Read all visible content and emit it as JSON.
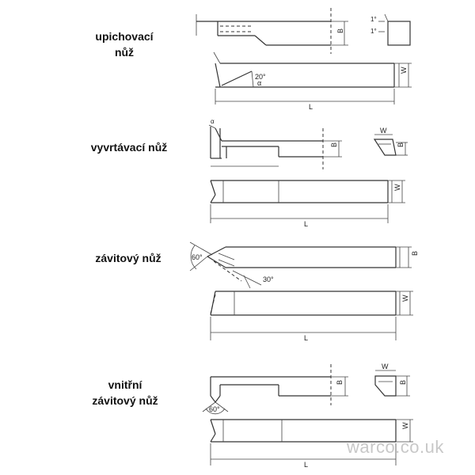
{
  "tools": [
    {
      "name_lines": [
        "upichovací",
        "nůž"
      ],
      "angle_labels": [
        "20°",
        "α"
      ],
      "dim_B": "B",
      "dim_W": "W",
      "dim_L": "L",
      "side_angles": [
        "1°",
        "1°"
      ]
    },
    {
      "name_lines": [
        "vyvrtávací nůž"
      ],
      "angle_labels": [
        "α"
      ],
      "dim_B": "B",
      "dim_W": "W",
      "dim_L": "L",
      "end_W": "W",
      "end_B": "B"
    },
    {
      "name_lines": [
        "závitový nůž"
      ],
      "angle_labels": [
        "60°",
        "30°"
      ],
      "dim_B": "B",
      "dim_W": "W",
      "dim_L": "L"
    },
    {
      "name_lines": [
        "vnitřní",
        "závitový nůž"
      ],
      "angle_labels": [
        "60°"
      ],
      "dim_B": "B",
      "dim_W": "W",
      "dim_L": "L",
      "end_W": "W",
      "end_B": "B"
    }
  ],
  "watermark": "warco.co.uk"
}
